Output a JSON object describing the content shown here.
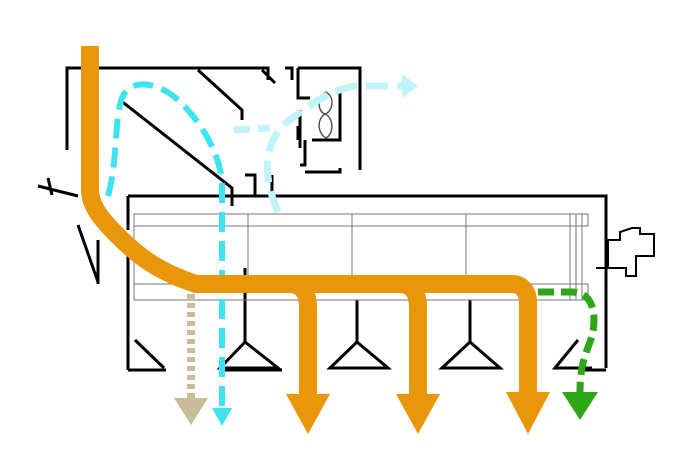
{
  "colors": {
    "background": "#ffffff",
    "structure": "#000000",
    "thin_structure": "#777777",
    "main_flow": "#e8960a",
    "cool_flow": "#3ee3ef",
    "light_flow": "#bff4f8",
    "secondary_flow": "#c9bc98",
    "green_flow": "#2ea615"
  },
  "icons": [
    "fan-icon",
    "motor-icon"
  ],
  "flows": [
    {
      "name": "main-flow",
      "style": "solid",
      "color_key": "main_flow",
      "outlets": 3
    },
    {
      "name": "cool-flow",
      "style": "dashed",
      "color_key": "cool_flow",
      "outlets": 1
    },
    {
      "name": "exhaust-flow",
      "style": "dashed",
      "color_key": "light_flow",
      "outlets": 1
    },
    {
      "name": "dust-flow",
      "style": "dotted",
      "color_key": "secondary_flow",
      "outlets": 1
    },
    {
      "name": "green-flow",
      "style": "dashed",
      "color_key": "green_flow",
      "outlets": 1
    }
  ]
}
